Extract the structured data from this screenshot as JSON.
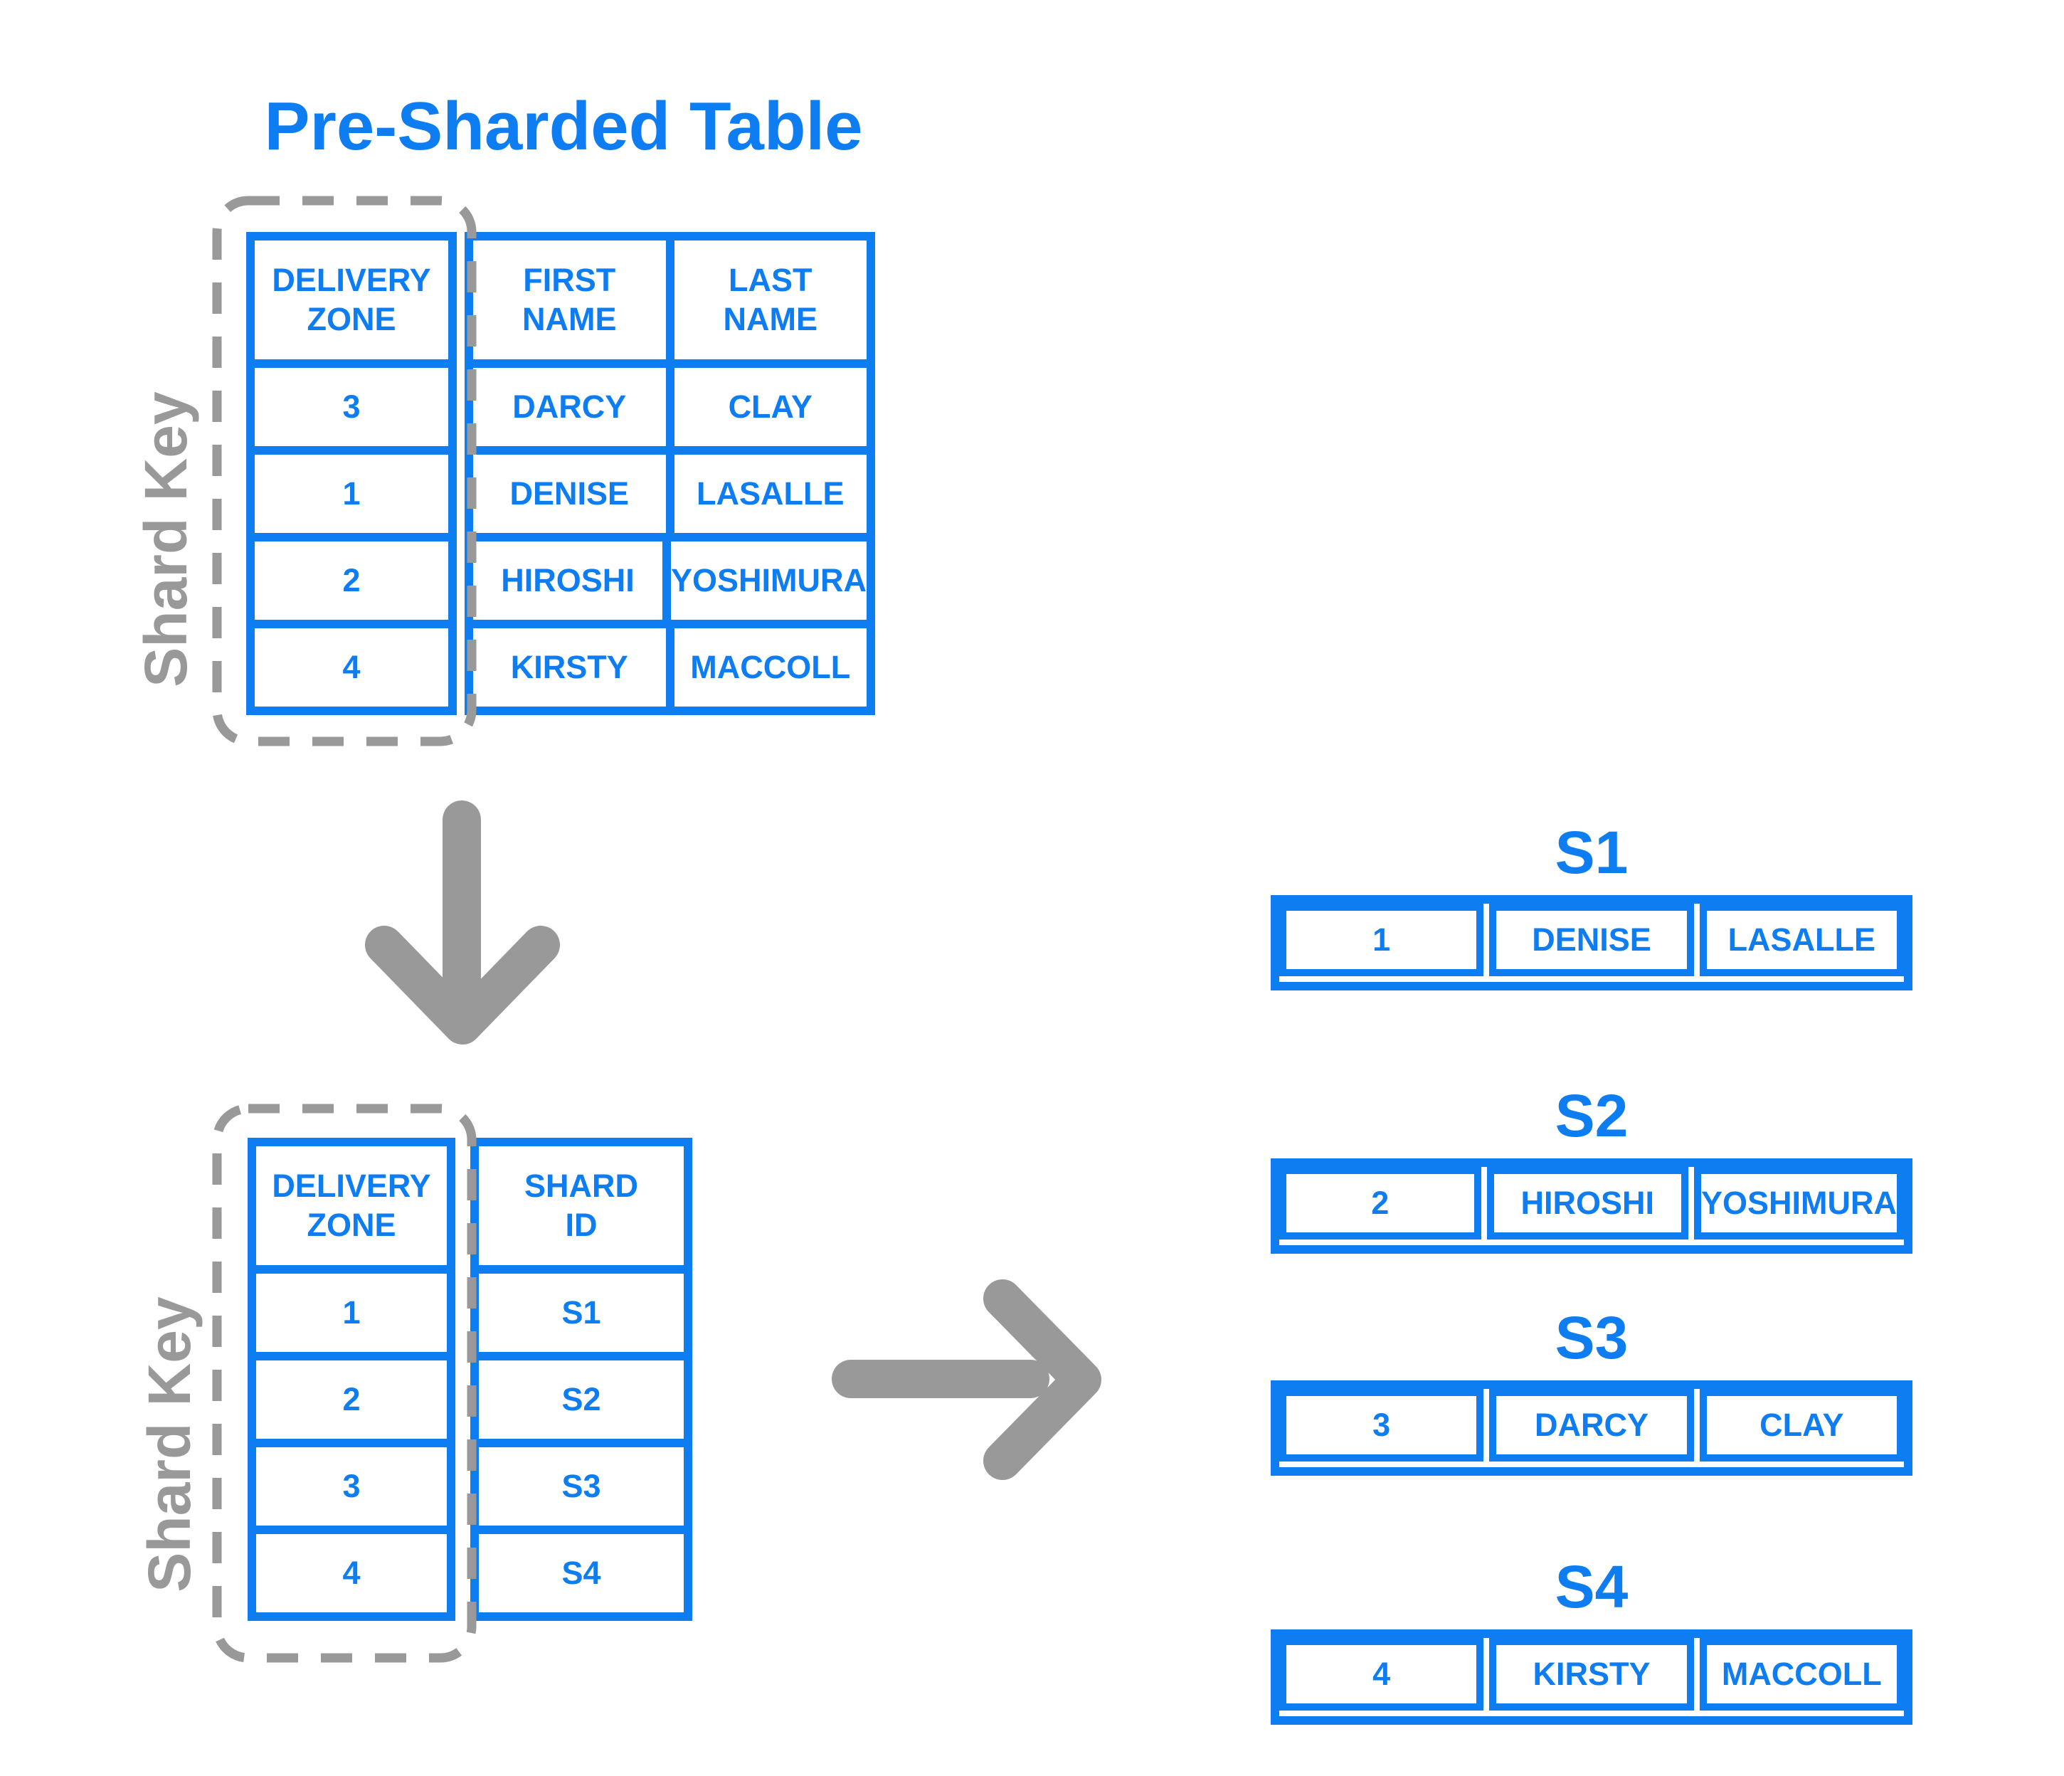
{
  "colors": {
    "blue": "#0e7df2",
    "gray": "#999999"
  },
  "title": "Pre-Sharded Table",
  "shard_key_labels": [
    "Shard Key",
    "Shard Key"
  ],
  "icons": [
    "down-arrow",
    "right-arrow",
    "shard-key-dashed-outline"
  ],
  "pre_table": {
    "headers": [
      "DELIVERY\nZONE",
      "FIRST\nNAME",
      "LAST\nNAME"
    ],
    "rows": [
      [
        "3",
        "DARCY",
        "CLAY"
      ],
      [
        "1",
        "DENISE",
        "LASALLE"
      ],
      [
        "2",
        "HIROSHI",
        "YOSHIMURA"
      ],
      [
        "4",
        "KIRSTY",
        "MACCOLL"
      ]
    ]
  },
  "mapping_table": {
    "headers": [
      "DELIVERY\nZONE",
      "SHARD\nID"
    ],
    "rows": [
      [
        "1",
        "S1"
      ],
      [
        "2",
        "S2"
      ],
      [
        "3",
        "S3"
      ],
      [
        "4",
        "S4"
      ]
    ]
  },
  "shards": [
    {
      "label": "S1",
      "cells": [
        "1",
        "DENISE",
        "LASALLE"
      ]
    },
    {
      "label": "S2",
      "cells": [
        "2",
        "HIROSHI",
        "YOSHIMURA"
      ]
    },
    {
      "label": "S3",
      "cells": [
        "3",
        "DARCY",
        "CLAY"
      ]
    },
    {
      "label": "S4",
      "cells": [
        "4",
        "KIRSTY",
        "MACCOLL"
      ]
    }
  ]
}
